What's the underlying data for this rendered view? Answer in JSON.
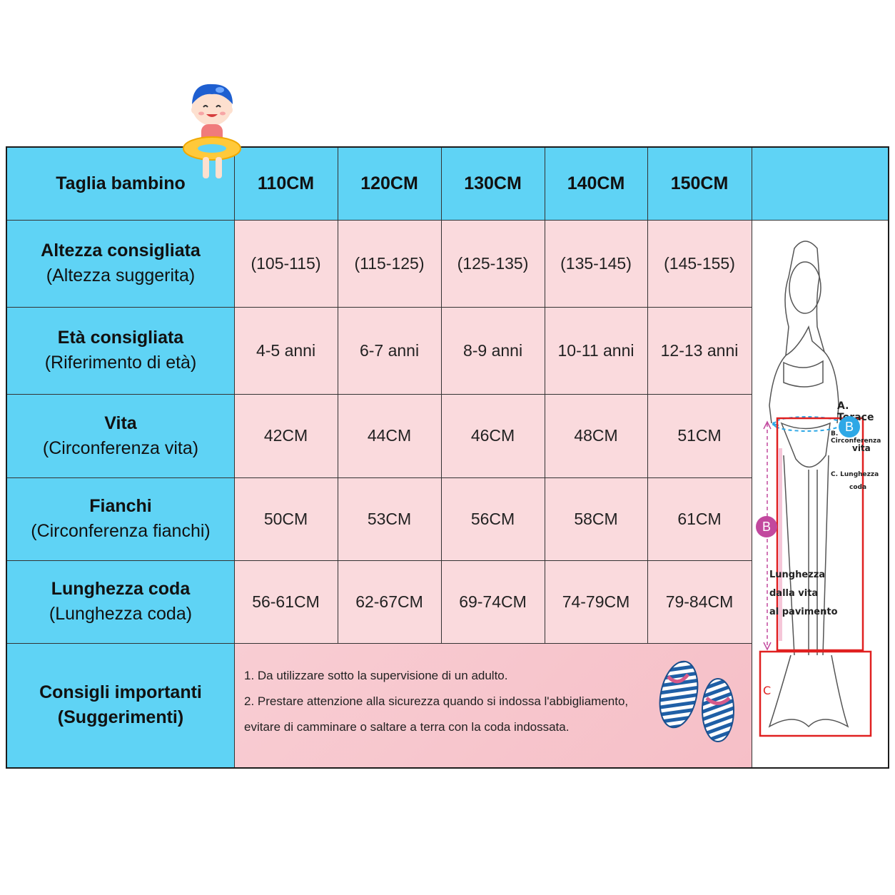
{
  "header": {
    "label": "Taglia bambino",
    "sizes": [
      "110CM",
      "120CM",
      "130CM",
      "140CM",
      "150CM"
    ]
  },
  "rows": [
    {
      "label": "Altezza consigliata",
      "sublabel": "(Altezza suggerita)",
      "values": [
        "(105-115)",
        "(115-125)",
        "(125-135)",
        "(135-145)",
        "(145-155)"
      ]
    },
    {
      "label": "Età consigliata",
      "sublabel": "(Riferimento di età)",
      "values": [
        "4-5 anni",
        "6-7 anni",
        "8-9 anni",
        "10-11 anni",
        "12-13 anni"
      ]
    },
    {
      "label": "Vita",
      "sublabel": "(Circonferenza vita)",
      "values": [
        "42CM",
        "44CM",
        "46CM",
        "48CM",
        "51CM"
      ]
    },
    {
      "label": "Fianchi",
      "sublabel": "(Circonferenza fianchi)",
      "values": [
        "50CM",
        "53CM",
        "56CM",
        "58CM",
        "61CM"
      ]
    },
    {
      "label": "Lunghezza coda",
      "sublabel": "(Lunghezza coda)",
      "values": [
        "56-61CM",
        "62-67CM",
        "69-74CM",
        "74-79CM",
        "79-84CM"
      ]
    }
  ],
  "tips": {
    "label": "Consigli importanti",
    "sublabel": "(Suggerimenti)",
    "lines": [
      "1. Da utilizzare sotto la supervisione di un adulto.",
      "2. Prestare attenzione alla sicurezza quando si indossa l'abbigliamento,",
      "evitare di camminare o saltare a terra con la coda indossata."
    ]
  },
  "diagram": {
    "label_a": "A. Torace",
    "label_b_1": "B. Circonferenza",
    "label_b_2": "vita",
    "label_c_1": "C. Lunghezza",
    "label_c_2": "coda",
    "length_1": "Lunghezza",
    "length_2": "dalla vita",
    "length_3": "al pavimento",
    "marker_b_blue": "B",
    "marker_b_pink": "B",
    "marker_c": "C"
  },
  "colors": {
    "header_blue": "#5fd3f5",
    "cell_pink": "#fadadd",
    "tips_pink": "#f6bfc7",
    "marker_blue": "#2ea8e6",
    "marker_magenta": "#c2489e",
    "outline_red": "#e02020"
  },
  "icons": {
    "kid": "child-with-swim-ring-icon",
    "flip_flops": "flip-flops-icon"
  }
}
